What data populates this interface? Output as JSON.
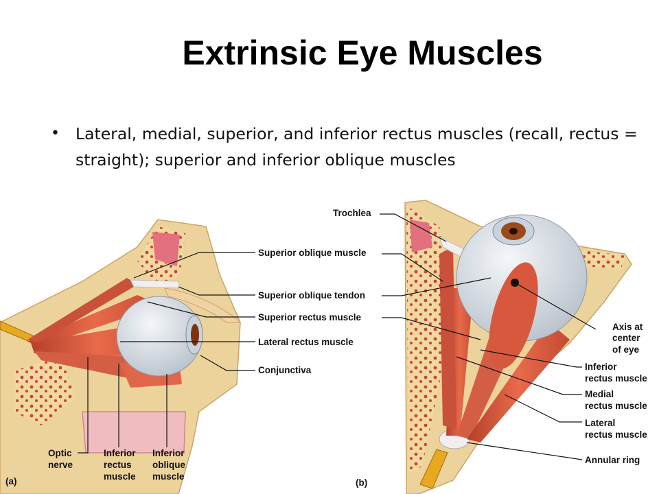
{
  "title": "Extrinsic Eye Muscles",
  "bullets": [
    "Lateral, medial, superior, and inferior rectus muscles (recall, rectus = straight); superior and inferior oblique muscles"
  ],
  "figure_a": {
    "panel_label": "(a)",
    "labels": {
      "superior_oblique_muscle": "Superior oblique muscle",
      "superior_oblique_tendon": "Superior oblique tendon",
      "superior_rectus_muscle": "Superior rectus muscle",
      "lateral_rectus_muscle": "Lateral rectus muscle",
      "conjunctiva": "Conjunctiva",
      "optic_nerve": [
        "Optic",
        "nerve"
      ],
      "inferior_rectus_muscle": [
        "Inferior",
        "rectus",
        "muscle"
      ],
      "inferior_oblique_muscle": [
        "Inferior",
        "oblique",
        "muscle"
      ]
    }
  },
  "figure_b": {
    "panel_label": "(b)",
    "labels": {
      "trochlea": "Trochlea",
      "axis_at_center_of_eye": [
        "Axis at",
        "center",
        "of eye"
      ],
      "inferior_rectus_muscle": [
        "Inferior",
        "rectus muscle"
      ],
      "medial_rectus_muscle": [
        "Medial",
        "rectus muscle"
      ],
      "lateral_rectus_muscle": [
        "Lateral",
        "rectus muscle"
      ],
      "annular_ring": "Annular ring"
    }
  },
  "colors": {
    "muscle": "#d8583e",
    "bone": "#e9c98c",
    "sclera": "#dde3ea",
    "iris": "#9a4a1c",
    "tendon": "#f2eeee",
    "nerve": "#e8a820",
    "leader": "#111111"
  }
}
